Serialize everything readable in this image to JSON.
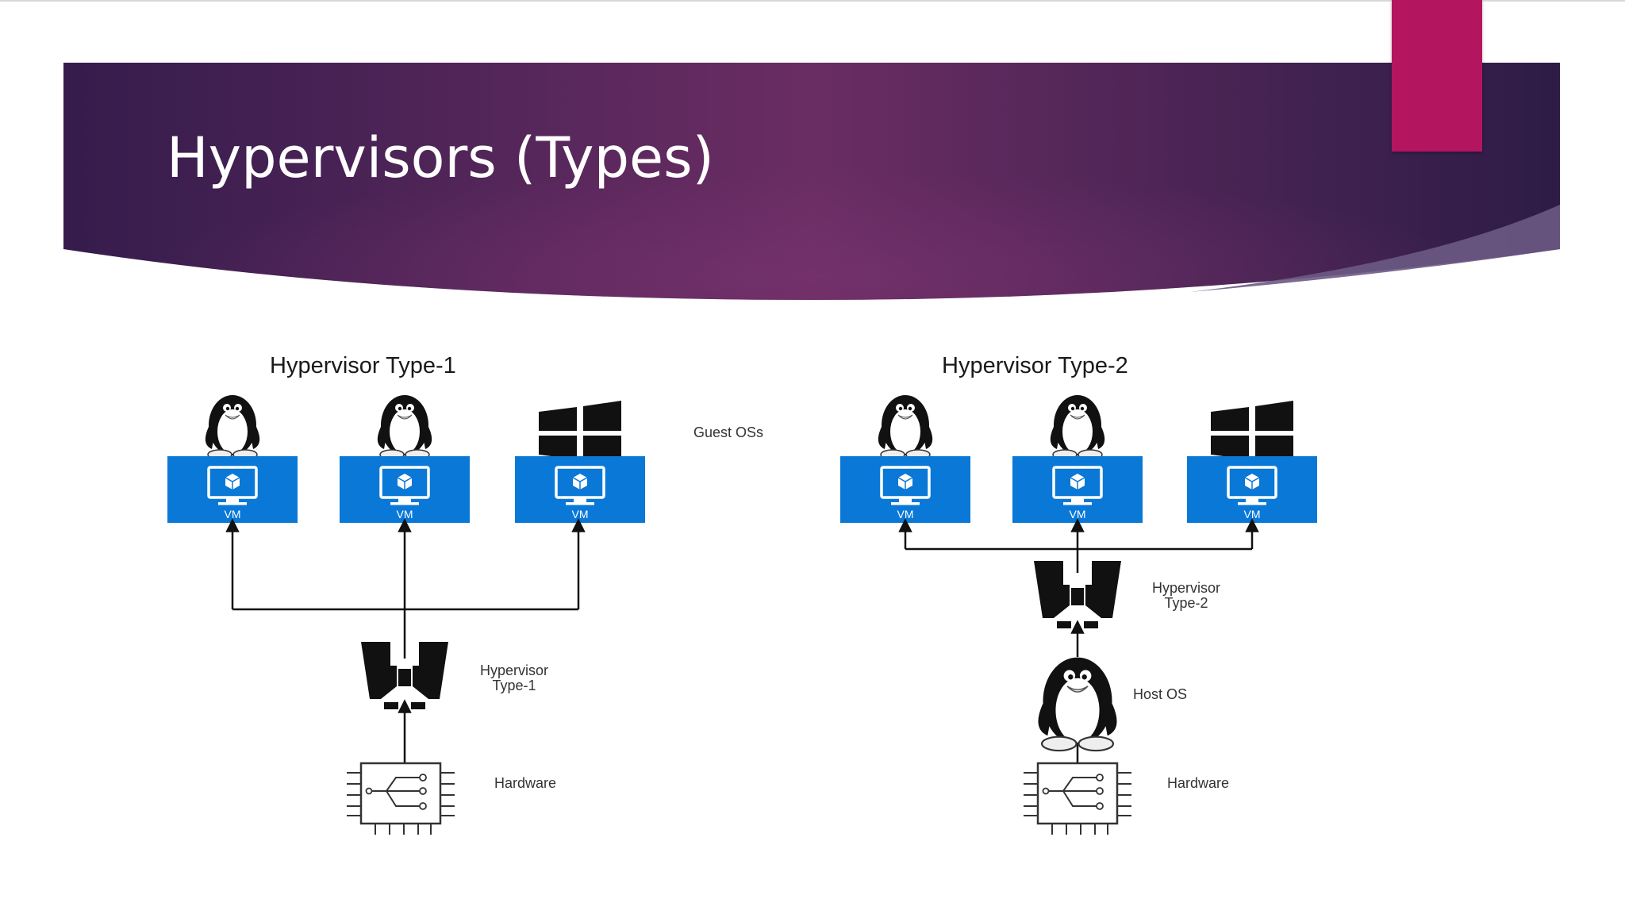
{
  "slide": {
    "title": "Hypervisors (Types)"
  },
  "colors": {
    "banner_left": "#351c4c",
    "banner_mid": "#6a2d63",
    "banner_right": "#2d1c46",
    "accent_pink": "#b3155f",
    "vm_blue": "#0a78d7"
  },
  "diagram": {
    "type1": {
      "title": "Hypervisor Type-1",
      "vm_label": "VM",
      "hypervisor_label_line1": "Hypervisor",
      "hypervisor_label_line2": "Type-1",
      "hardware_label": "Hardware",
      "guest_os_label": "Guest OSs",
      "guest_os_icons": [
        "linux-tux-icon",
        "linux-tux-icon",
        "windows-logo-icon"
      ]
    },
    "type2": {
      "title": "Hypervisor Type-2",
      "vm_label": "VM",
      "hypervisor_label_line1": "Hypervisor",
      "hypervisor_label_line2": "Type-2",
      "host_os_label": "Host OS",
      "hardware_label": "Hardware",
      "guest_os_icons": [
        "linux-tux-icon",
        "linux-tux-icon",
        "windows-logo-icon"
      ]
    }
  }
}
